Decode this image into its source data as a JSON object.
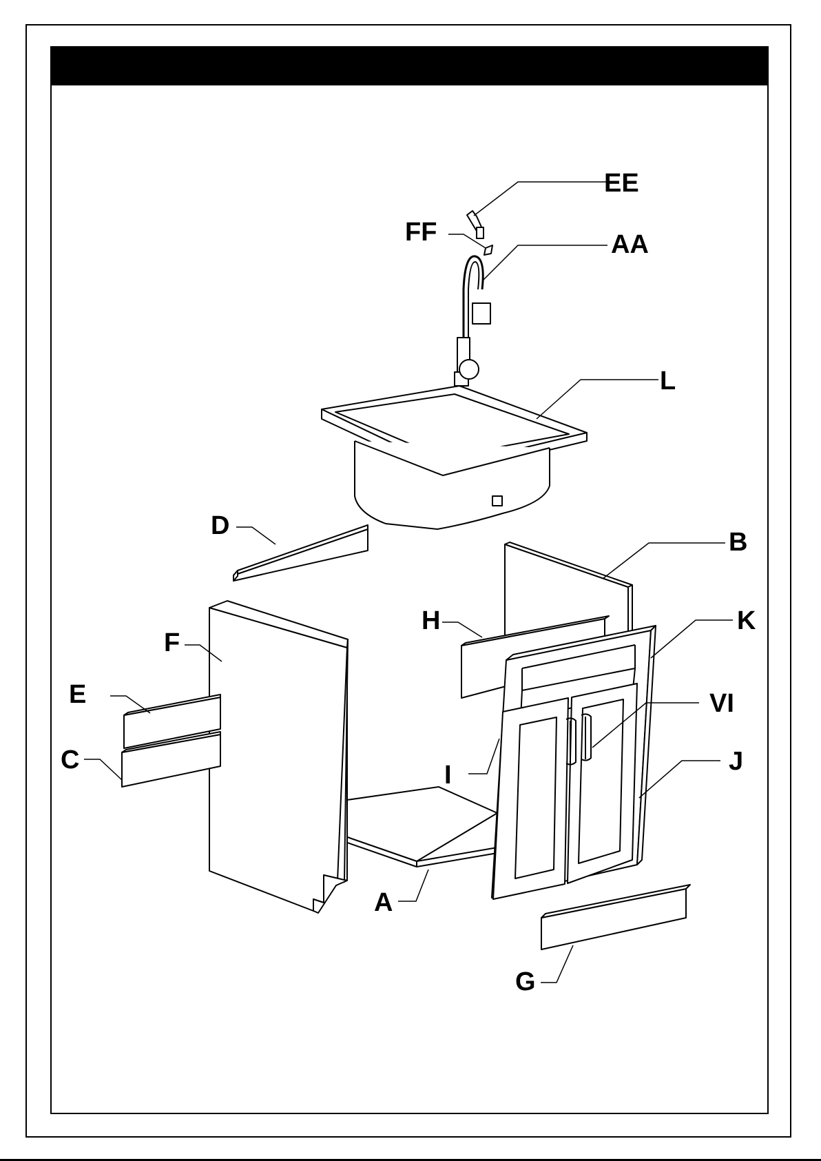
{
  "labels": {
    "EE": "EE",
    "FF": "FF",
    "AA": "AA",
    "L": "L",
    "D": "D",
    "B": "B",
    "H": "H",
    "K": "K",
    "F": "F",
    "E": "E",
    "VI": "VI",
    "C": "C",
    "I": "I",
    "J": "J",
    "A": "A",
    "G": "G"
  },
  "colors": {
    "line": "#000000",
    "fill": "#ffffff",
    "header": "#000000"
  }
}
